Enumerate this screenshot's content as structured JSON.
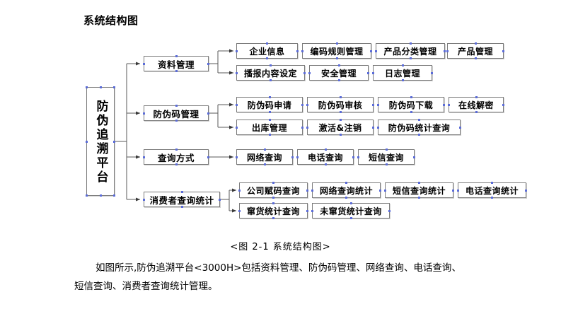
{
  "document": {
    "title": "系统结构图",
    "figure_caption": "<图 2-1  系统结构图>",
    "body_line1": "如图所示,防伪追溯平台<3000H>包括资料管理、防伪码管理、网络查询、电话查询、",
    "body_line2": "短信查询、消费者查询统计管理。"
  },
  "diagram": {
    "type": "org-chart",
    "root": {
      "label": "防伪追溯平台"
    },
    "branches": [
      {
        "label": "资料管理",
        "leaves": [
          "企业信息",
          "编码规则管理",
          "产品分类管理",
          "产品管理",
          "播报内容设定",
          "安全管理",
          "日志管理"
        ]
      },
      {
        "label": "防伪码管理",
        "leaves": [
          "防伪码申请",
          "防伪码审核",
          "防伪码下载",
          "在线解密",
          "出库管理",
          "激活&注销",
          "防伪码统计查询"
        ]
      },
      {
        "label": "查询方式",
        "leaves": [
          "网络查询",
          "电话查询",
          "短信查询"
        ]
      },
      {
        "label": "消费者查询统计",
        "leaves": [
          "公司赋码查询",
          "网络查询统计",
          "短信查询统计",
          "电话查询统计",
          "窜货统计查询",
          "未窜货统计查询"
        ]
      }
    ],
    "colors": {
      "box_border": "#7b7b7b",
      "connector": "#5a5a5a",
      "handle": "#5b6cd8",
      "background": "#ffffff",
      "text": "#000000"
    }
  }
}
